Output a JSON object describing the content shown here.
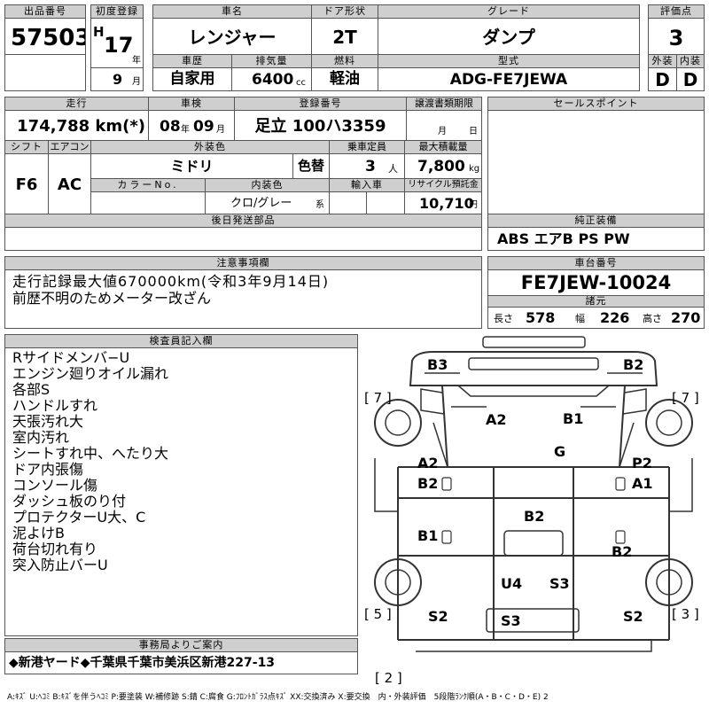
{
  "lot": {
    "header": "出品番号",
    "value": "57503"
  },
  "reg": {
    "header": "初度登録",
    "era": "H",
    "year": "17",
    "year_unit": "年",
    "month": "9",
    "month_unit": "月"
  },
  "car_name": {
    "header": "車名",
    "value": "レンジャー"
  },
  "door": {
    "header": "ドア形状",
    "value": "2T"
  },
  "grade": {
    "header": "グレード",
    "value": "ダンプ"
  },
  "score": {
    "header": "評価点",
    "value": "3"
  },
  "history": {
    "header": "車歴",
    "value": "自家用"
  },
  "displacement": {
    "header": "排気量",
    "value": "6400",
    "unit": "cc"
  },
  "fuel": {
    "header": "燃料",
    "value": "軽油"
  },
  "model": {
    "header": "型式",
    "value": "ADG-FE7JEWA"
  },
  "ext_grade": {
    "header": "外装",
    "value": "D"
  },
  "int_grade": {
    "header": "内装",
    "value": "D"
  },
  "mileage": {
    "header": "走行",
    "value": "174,788 km(*)"
  },
  "inspection": {
    "header": "車検",
    "year": "08",
    "year_unit": "年",
    "month": "09",
    "month_unit": "月"
  },
  "plate": {
    "header": "登録番号",
    "value": "足立 100ハ3359"
  },
  "transfer": {
    "header": "譲渡書類期限",
    "month_unit": "月",
    "day_unit": "日"
  },
  "sales_point": {
    "header": "セールスポイント"
  },
  "shift": {
    "header": "シフト",
    "value": "F6"
  },
  "aircon": {
    "header": "エアコン",
    "value": "AC"
  },
  "exterior_color": {
    "header": "外装色",
    "value": "ミドリ",
    "repaint": "色替"
  },
  "capacity": {
    "header": "乗車定員",
    "value": "3",
    "unit": "人"
  },
  "max_load": {
    "header": "最大積載量",
    "value": "7,800",
    "unit": "kg"
  },
  "color_no": {
    "header": "カラーNo."
  },
  "interior_color": {
    "header": "内装色",
    "value": "クロ/グレー",
    "suffix": "系"
  },
  "import": {
    "header": "輸入車"
  },
  "recycle": {
    "header": "リサイクル預託金",
    "value": "10,710",
    "unit": "円"
  },
  "later_parts": {
    "header": "後日発送部品"
  },
  "equipment": {
    "header": "純正装備",
    "value": "ABS エアB PS PW"
  },
  "notes": {
    "header": "注意事項欄",
    "lines": [
      "走行記録最大値670000km(令和3年9月14日)",
      "前歴不明のためメーター改ざん"
    ]
  },
  "chassis": {
    "header": "車台番号",
    "value": "FE7JEW-10024"
  },
  "specs": {
    "header": "諸元",
    "length_label": "長さ",
    "length": "578",
    "width_label": "幅",
    "width": "226",
    "height_label": "高さ",
    "height": "270"
  },
  "inspector": {
    "header": "検査員記入欄",
    "lines": [
      "Rサイドメンバ−U",
      "エンジン廻りオイル漏れ",
      "各部S",
      "ハンドルすれ",
      "天張汚れ大",
      "室内汚れ",
      "シートすれ中、へたり大",
      "ドア内張傷",
      "コンソール傷",
      "ダッシュ板のり付",
      "プロテクターU大、C",
      "泥よけB",
      "荷台切れ有り",
      "突入防止バーU"
    ]
  },
  "office": {
    "header": "事務局よりご案内",
    "value": "◆新港ヤード◆千葉県千葉市美浜区新港227-13"
  },
  "legend": "A:ｷｽﾞ U:ﾍｺﾐ B:ｷｽﾞを伴うﾍｺﾐ P:要塗装 W:補修跡 S:錆 C:腐食 G:ﾌﾛﾝﾄｶﾞﾗｽ点ｷｽﾞ XX:交換済み X:要交換　内・外装評価　5段階ﾗﾝｸ順(A・B・C・D・E) 2",
  "diagram": {
    "b3": "B3",
    "b2_top": "B2",
    "a2_cab": "A2",
    "b1_cab": "B1",
    "g": "G",
    "a2_left": "A2",
    "p2": "P2",
    "b2_left": "B2",
    "a1": "A1",
    "b2_mid": "B2",
    "b1_left": "B1",
    "b2_right": "B2",
    "u4": "U4",
    "s3_center": "S3",
    "s2_left": "S2",
    "s3_bottom": "S3",
    "s2_right": "S2",
    "tire_fl": "[ 7 ]",
    "tire_fr": "[ 7 ]",
    "tire_rl": "[ 5 ]",
    "tire_rr": "[ 3 ]",
    "spare": "[ 2 ]"
  }
}
